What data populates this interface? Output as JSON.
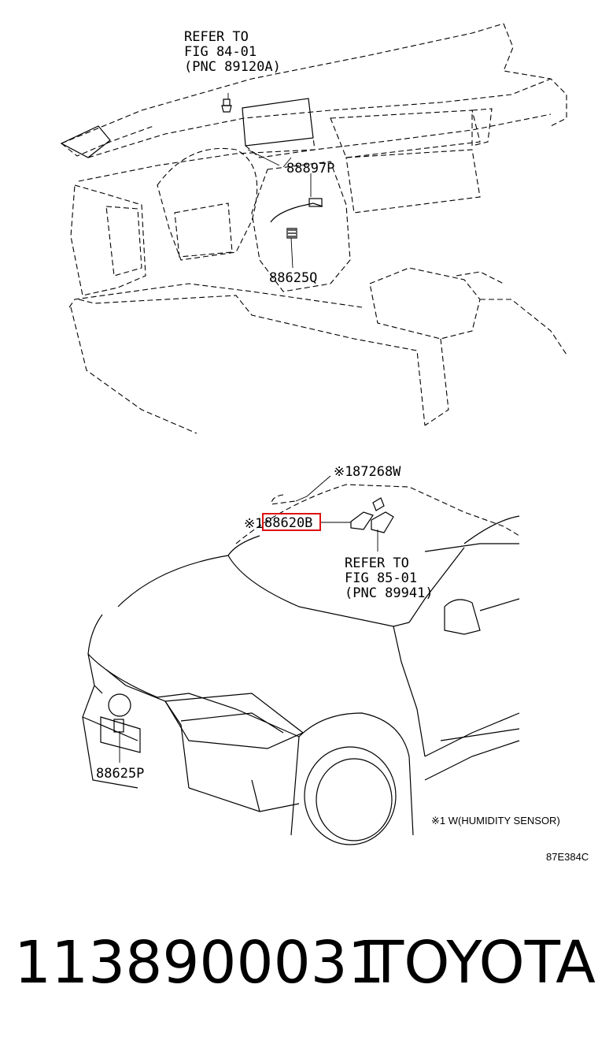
{
  "top_diagram": {
    "refer_line1": "REFER TO",
    "refer_line2": "FIG 84-01",
    "refer_line3": "(PNC 89120A)",
    "part_88897P": "88897P",
    "part_88625Q": "88625Q"
  },
  "bottom_diagram": {
    "marker": "※1",
    "part_87268W": "87268W",
    "part_88620B": "88620B",
    "refer_line1": "REFER TO",
    "refer_line2": "FIG 85-01",
    "refer_line3": "(PNC 89941)",
    "part_88625P": "88625P",
    "note": "※1  W(HUMIDITY SENSOR)",
    "figure_code": "87E384C"
  },
  "footer": {
    "part_number": "1138900031",
    "brand": "TOYOTA"
  },
  "colors": {
    "highlight": "#d11111",
    "line": "#000000"
  }
}
